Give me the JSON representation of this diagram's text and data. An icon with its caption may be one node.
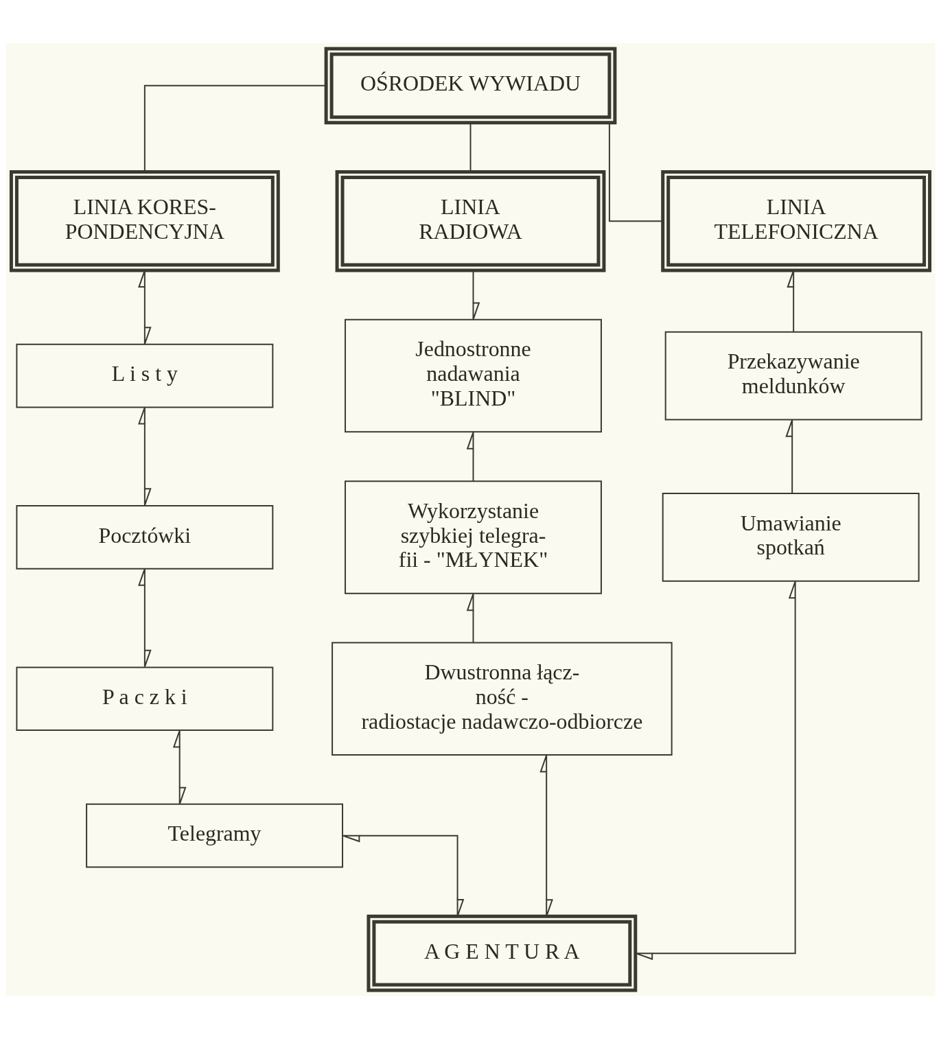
{
  "diagram": {
    "nodes": [
      {
        "text": [
          "OŚRODEK WYWIADU"
        ]
      },
      {
        "text": [
          "LINIA KORES- PONDENCYJNA"
        ]
      },
      {
        "text": [
          "LINIA RADIOWA"
        ]
      },
      {
        "text": [
          "LINIA TELEFONICZNA"
        ]
      },
      {
        "text": [
          "L i s t y"
        ]
      },
      {
        "text": [
          "Pocztówki"
        ]
      },
      {
        "text": [
          "P a c z k i"
        ]
      },
      {
        "text": [
          "Telegramy"
        ]
      },
      {
        "text": [
          "Jednostronne nadawania \"BLIND\""
        ]
      },
      {
        "text": [
          "Wykorzystanie szybkiej telegra- fii - \"MŁYNEK\""
        ]
      },
      {
        "text": [
          "Dwustronna łącz- ność - radiostacje nadawczo-odbiorcze"
        ]
      },
      {
        "text": [
          "Przekazywanie meldunków"
        ]
      },
      {
        "text": [
          "Umawianie spotkań"
        ]
      },
      {
        "text": [
          "A G E N T U R A"
        ]
      }
    ],
    "edges": [
      {
        "from": 0,
        "to": 1,
        "arrow": "none"
      },
      {
        "from": 0,
        "to": 2,
        "arrow": "none"
      },
      {
        "from": 0,
        "to": 3,
        "arrow": "none"
      },
      {
        "from": 1,
        "to": 4,
        "arrow": "both"
      },
      {
        "from": 4,
        "to": 5,
        "arrow": "both"
      },
      {
        "from": 5,
        "to": 6,
        "arrow": "both"
      },
      {
        "from": 6,
        "to": 7,
        "arrow": "both"
      },
      {
        "from": 7,
        "to": 13,
        "arrow": "both"
      },
      {
        "from": 2,
        "to": 8,
        "arrow": "to"
      },
      {
        "from": 9,
        "to": 8,
        "arrow": "to"
      },
      {
        "from": 10,
        "to": 9,
        "arrow": "to"
      },
      {
        "from": 10,
        "to": 13,
        "arrow": "both"
      },
      {
        "from": 11,
        "to": 3,
        "arrow": "to"
      },
      {
        "from": 12,
        "to": 11,
        "arrow": "to"
      },
      {
        "from": 13,
        "to": 12,
        "arrow": "both"
      }
    ]
  }
}
